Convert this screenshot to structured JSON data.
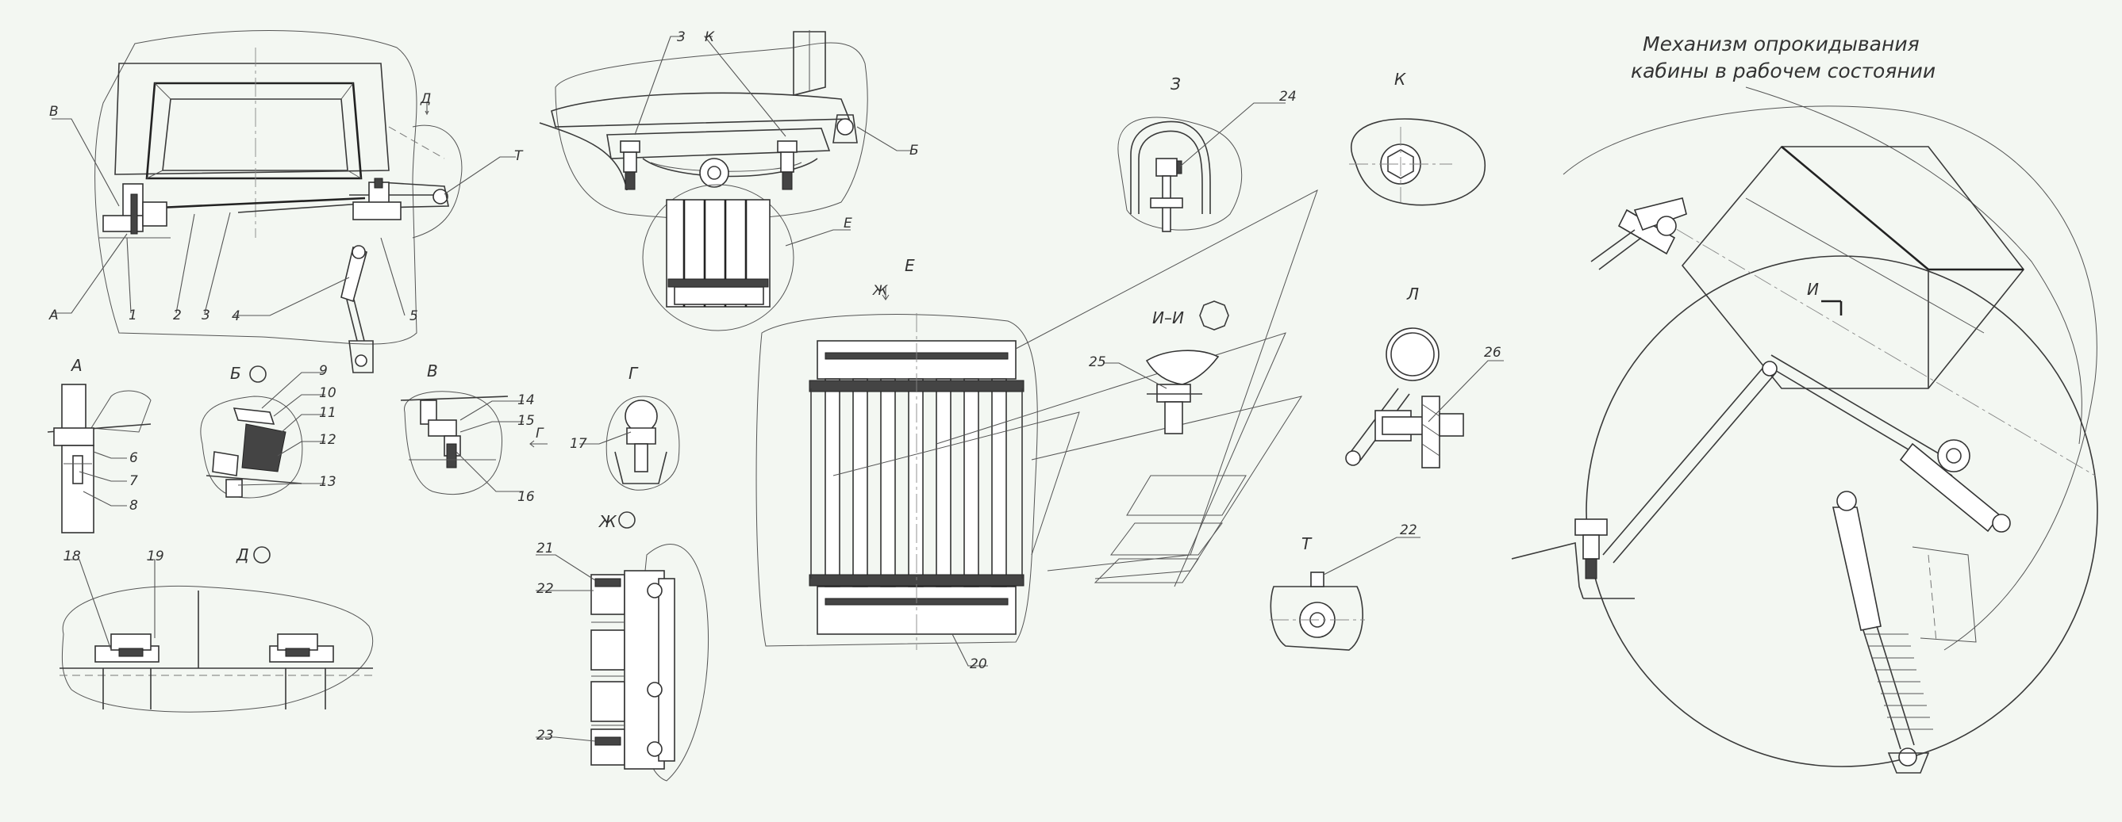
{
  "title": {
    "line1": "Механизм опрокидывания",
    "line2": "кабины в рабочем состоянии"
  },
  "view_labels": {
    "v_top_Z": "З",
    "v_top_K": "К",
    "v_top_L": "Л",
    "v_top_T": "Т",
    "v_A": "А",
    "v_B": "Б",
    "v_V": "В",
    "v_G": "Г",
    "v_D": "Д",
    "v_Zh": "Ж",
    "v_E": "Е",
    "v_II": "И–И",
    "v_I_main": "И"
  },
  "callouts": {
    "main_V": "В",
    "main_A": "А",
    "main_T": "Т",
    "main_D": "Д",
    "n1": "1",
    "n2": "2",
    "n3": "3",
    "n4": "4",
    "n5": "5",
    "seat_3": "3",
    "seat_K": "К",
    "seat_B": "Б",
    "seat_E": "Е",
    "n6": "6",
    "n7": "7",
    "n8": "8",
    "n9": "9",
    "n10": "10",
    "n11": "11",
    "n12": "12",
    "n13": "13",
    "n14": "14",
    "n15": "15",
    "n16": "16",
    "g_arrow": "Г",
    "n17": "17",
    "n18": "18",
    "n19": "19",
    "n20": "20",
    "n21": "21",
    "n22": "22",
    "n23": "23",
    "n24": "24",
    "n25": "25",
    "n26": "26",
    "t22": "22",
    "e_arrow": "Ж"
  }
}
